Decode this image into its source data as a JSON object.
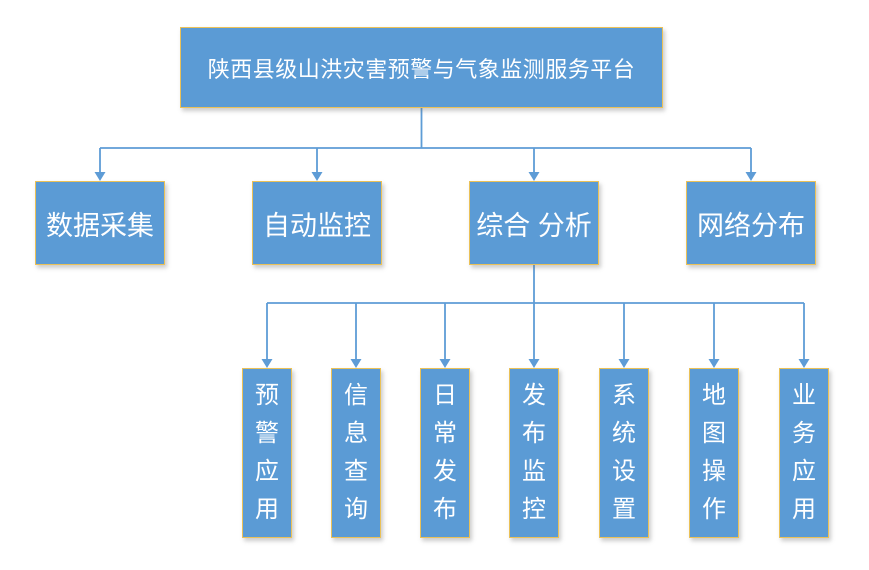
{
  "diagram": {
    "type": "org-chart",
    "root": {
      "label": "陕西县级山洪灾害预警与气象监测服务平台",
      "children": [
        {
          "label": "数据采集",
          "children": []
        },
        {
          "label": "自动监控",
          "children": []
        },
        {
          "label": "综合 分析",
          "children": [
            {
              "label": "预警应用"
            },
            {
              "label": "信息查询"
            },
            {
              "label": "日常发布"
            },
            {
              "label": "发布监控"
            },
            {
              "label": "系统设置"
            },
            {
              "label": "地图操作"
            },
            {
              "label": "业务应用"
            }
          ]
        },
        {
          "label": "网络分布",
          "children": []
        }
      ]
    },
    "colors": {
      "box_fill": "#5B9BD5",
      "box_border": "#EAC158",
      "connector": "#5E9CD6",
      "text": "#FFFFFF",
      "background": "#FFFFFF"
    }
  }
}
